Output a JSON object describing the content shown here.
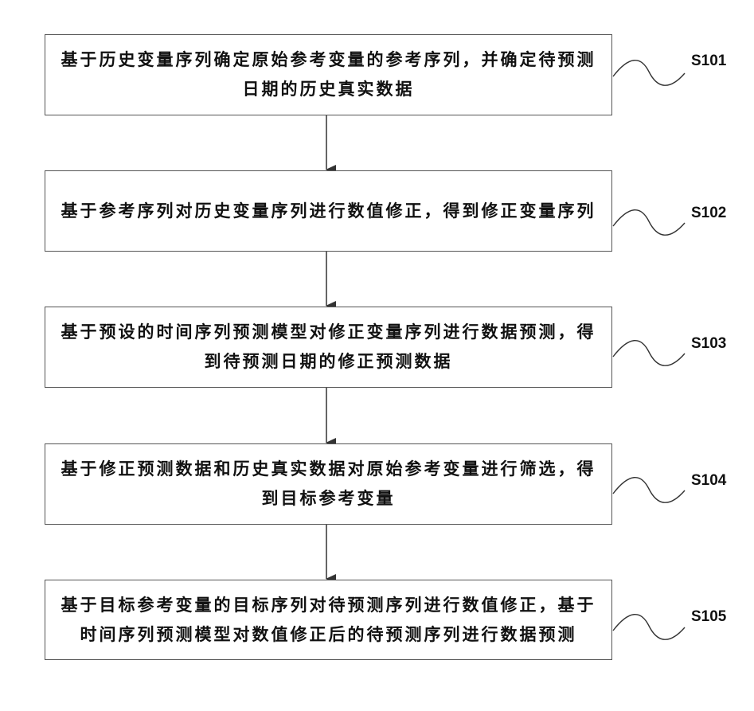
{
  "steps": [
    {
      "id": "S101",
      "text": "基于历史变量序列确定原始参考变量的参考序列，并确定待预测日期的历史真实数据"
    },
    {
      "id": "S102",
      "text": "基于参考序列对历史变量序列进行数值修正，得到修正变量序列"
    },
    {
      "id": "S103",
      "text": "基于预设的时间序列预测模型对修正变量序列进行数据预测，得到待预测日期的修正预测数据"
    },
    {
      "id": "S104",
      "text": "基于修正预测数据和历史真实数据对原始参考变量进行筛选，得到目标参考变量"
    },
    {
      "id": "S105",
      "text": "基于目标参考变量的目标序列对待预测序列进行数值修正，基于时间序列预测模型对数值修正后的待预测序列进行数据预测"
    }
  ]
}
